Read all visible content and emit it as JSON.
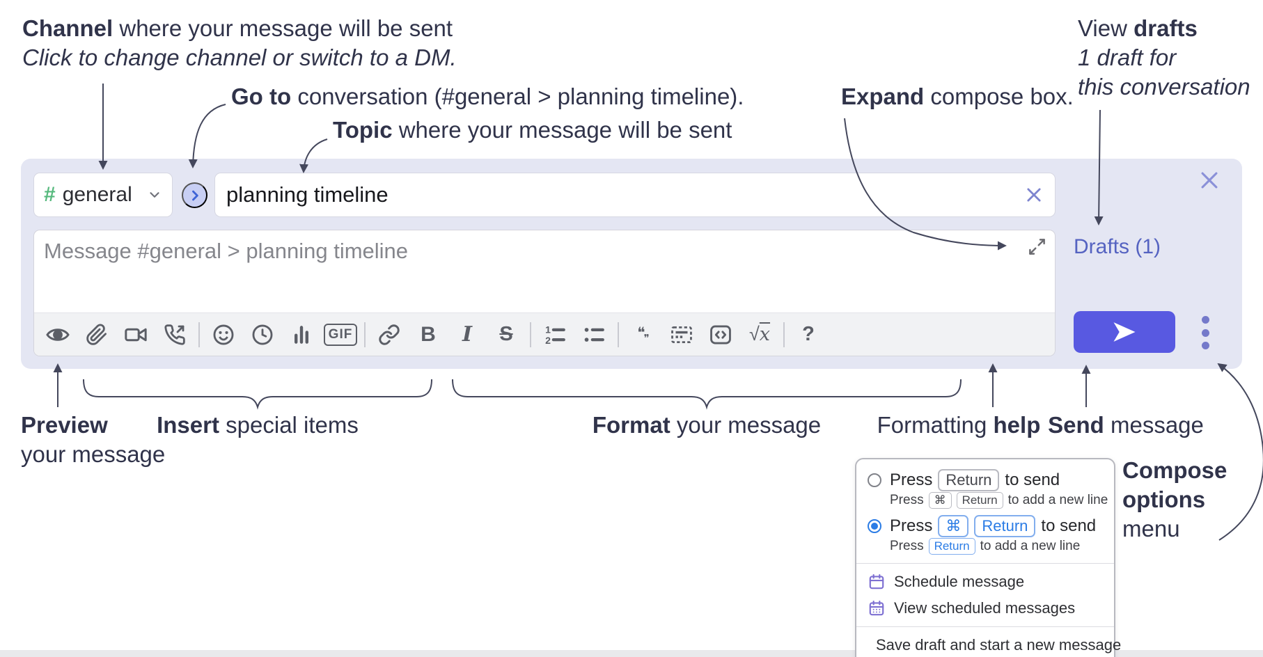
{
  "annotations": {
    "channel": {
      "lead": "Channel",
      "rest": " where your message will be sent",
      "sub": "Click to change channel or switch to a DM."
    },
    "go_to": {
      "lead": "Go to",
      "rest": " conversation (#general > planning timeline)."
    },
    "topic": {
      "lead": "Topic",
      "rest": " where your message will be sent"
    },
    "expand": {
      "lead": "Expand",
      "rest": " compose box."
    },
    "view_drafts": {
      "pre": "View ",
      "lead": "drafts",
      "sub1": "1 draft for",
      "sub2": "this conversation"
    },
    "preview": {
      "lead": "Preview",
      "sub": "your message"
    },
    "insert": {
      "lead": "Insert",
      "rest": " special items"
    },
    "format": {
      "lead": "Format",
      "rest": " your message"
    },
    "help": {
      "pre": "Formatting ",
      "lead": "help"
    },
    "send": {
      "lead": "Send",
      "rest": " message"
    },
    "compose_options": {
      "line1": "Compose",
      "line2": "options",
      "line3": "menu"
    }
  },
  "compose": {
    "channel": {
      "hash": "#",
      "name": "general"
    },
    "topic_value": "planning timeline",
    "message_placeholder": "Message #general > planning timeline",
    "drafts_link": "Drafts (1)",
    "toolbar": {
      "gif": "GIF",
      "bold": "B",
      "italic": "I",
      "strike": "S",
      "ol1": "1",
      "ol2": "2",
      "quote_open": "❝",
      "quote_close": "❞",
      "math_root": "√",
      "math_var": "x",
      "help": "?"
    }
  },
  "popup": {
    "option_return": {
      "press": "Press",
      "key_return": "Return",
      "suffix": "to send",
      "sub_press": "Press",
      "sub_key_cmd": "⌘",
      "sub_key_return": "Return",
      "sub_suffix": "to add a new line",
      "selected": false
    },
    "option_cmd_return": {
      "press": "Press",
      "key_cmd": "⌘",
      "key_return": "Return",
      "suffix": "to send",
      "sub_press": "Press",
      "sub_key_return": "Return",
      "sub_suffix": "to add a new line",
      "selected": true
    },
    "menu_items": [
      "Schedule message",
      "View scheduled messages",
      "Save draft and start a new message"
    ]
  },
  "colors": {
    "accent_send": "#5859e1",
    "compose_bg": "#e4e6f3",
    "link": "#5563c1",
    "radio_selected": "#2b7ce5",
    "channel_hash": "#56b97d",
    "icon": "#5b5e66",
    "annotation_line": "#44475c",
    "menu_icon": "#7e70d2",
    "close_icon": "#8a90d8",
    "annotation_text": "#30334a"
  }
}
